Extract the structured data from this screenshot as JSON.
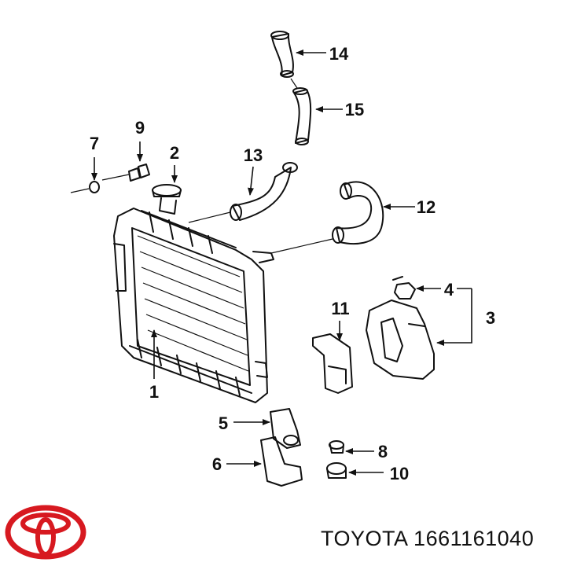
{
  "brand": {
    "logo_icon": "toyota-emblem-icon",
    "logo_color": "#d71920",
    "caption_brand": "TOYOTA",
    "caption_part_number": "1661161040"
  },
  "callouts": [
    {
      "id": "1",
      "label": "1"
    },
    {
      "id": "2",
      "label": "2"
    },
    {
      "id": "3",
      "label": "3"
    },
    {
      "id": "4",
      "label": "4"
    },
    {
      "id": "5",
      "label": "5"
    },
    {
      "id": "6",
      "label": "6"
    },
    {
      "id": "7",
      "label": "7"
    },
    {
      "id": "8",
      "label": "8"
    },
    {
      "id": "9",
      "label": "9"
    },
    {
      "id": "10",
      "label": "10"
    },
    {
      "id": "11",
      "label": "11"
    },
    {
      "id": "12",
      "label": "12"
    },
    {
      "id": "13",
      "label": "13"
    },
    {
      "id": "14",
      "label": "14"
    },
    {
      "id": "15",
      "label": "15"
    }
  ]
}
